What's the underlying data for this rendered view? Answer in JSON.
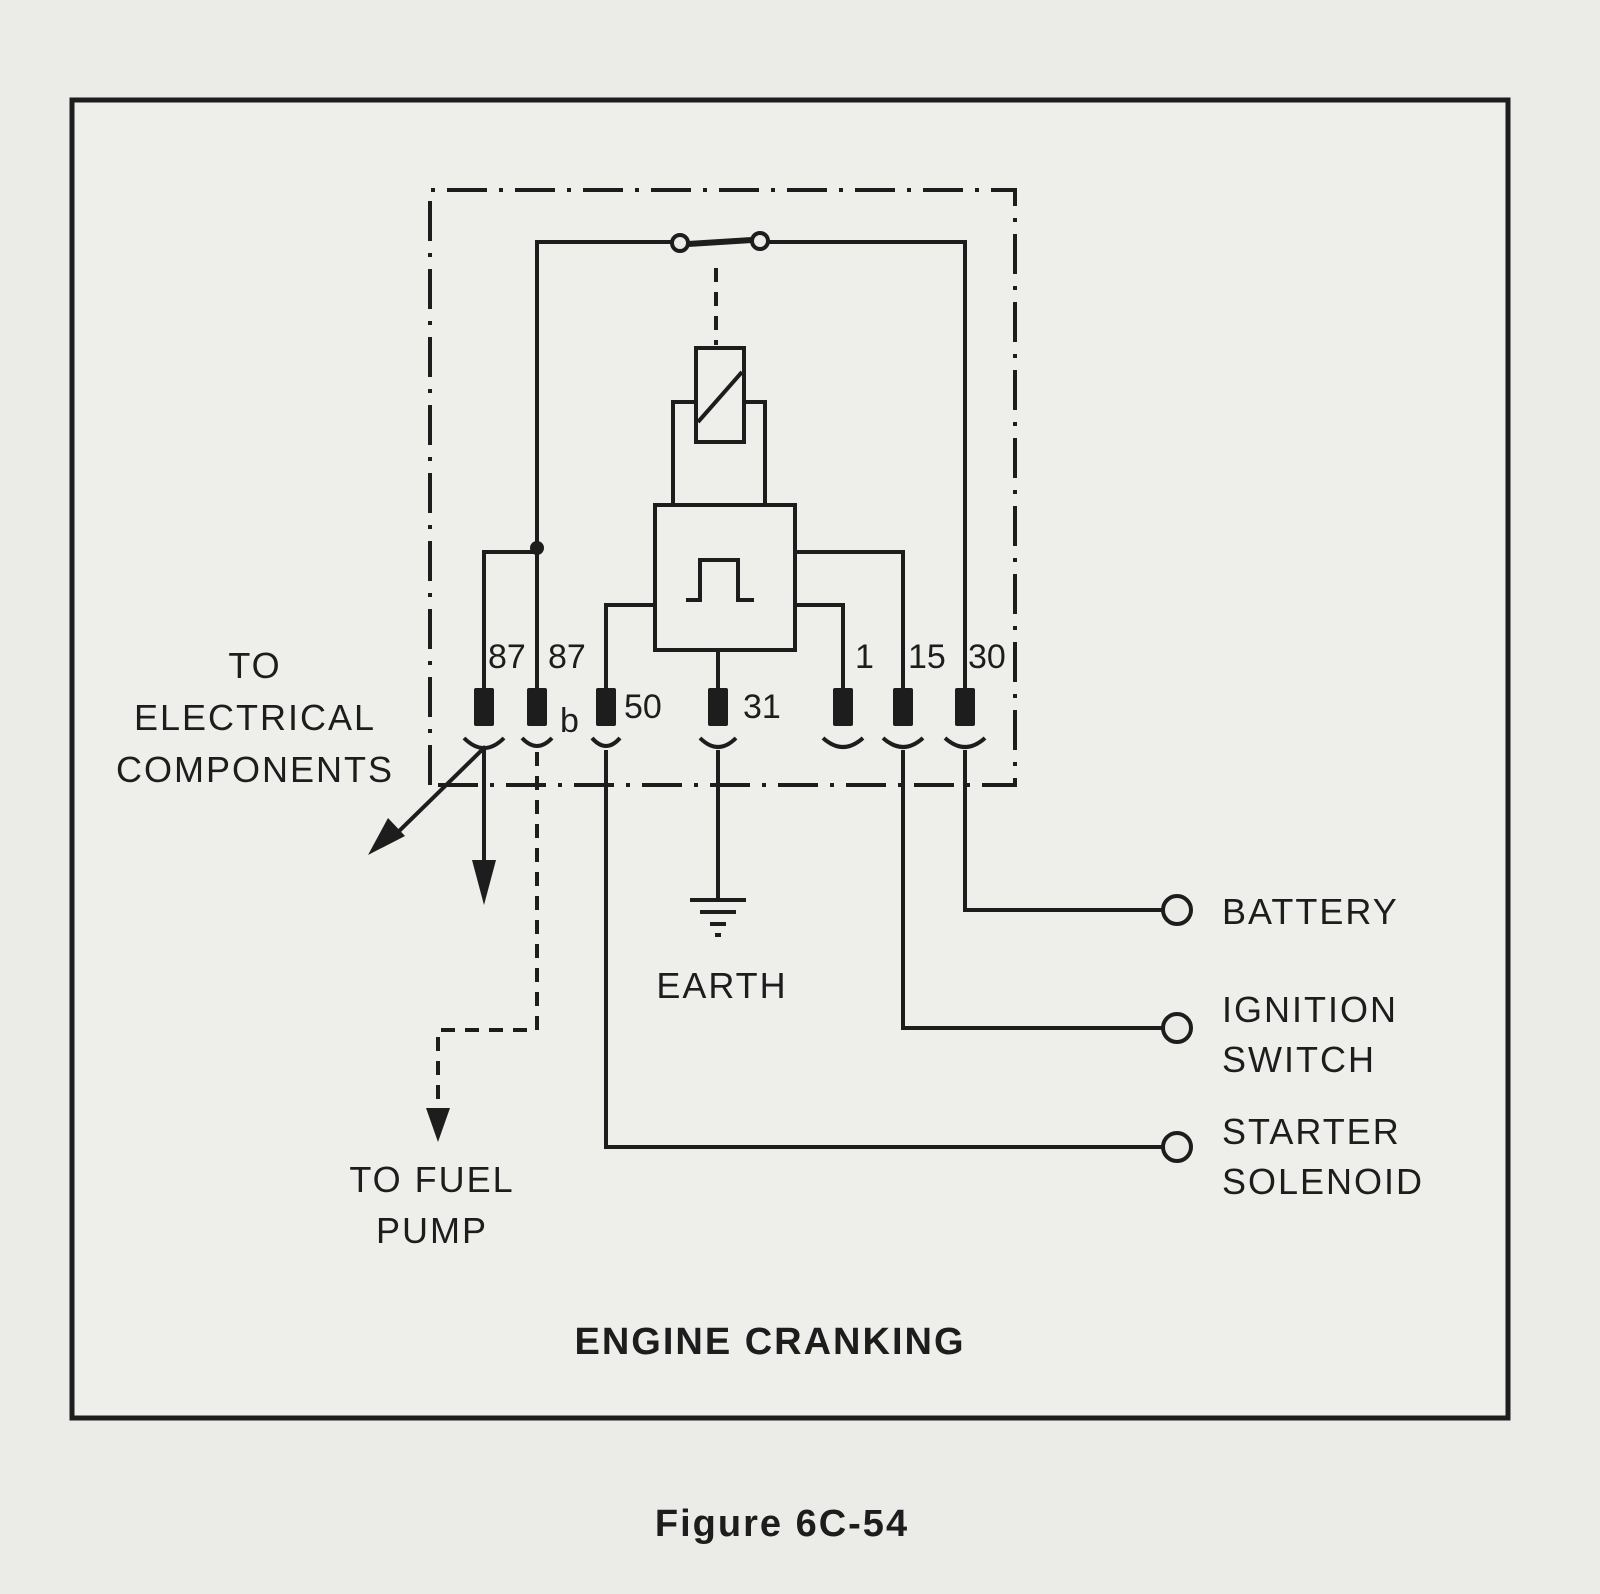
{
  "labels": {
    "to_electrical": [
      "TO",
      "ELECTRICAL",
      "COMPONENTS"
    ],
    "to_fuel_pump": [
      "TO FUEL",
      "PUMP"
    ],
    "earth": "EARTH",
    "battery": "BATTERY",
    "ignition_switch": [
      "IGNITION",
      "SWITCH"
    ],
    "starter_solenoid": [
      "STARTER",
      "SOLENOID"
    ],
    "engine_cranking": "ENGINE CRANKING",
    "figure": "Figure  6C-54"
  },
  "pins": {
    "p87": "87",
    "p87b": "87",
    "b": "b",
    "p50": "50",
    "p31": "31",
    "p1": "1",
    "p15": "15",
    "p30": "30"
  }
}
